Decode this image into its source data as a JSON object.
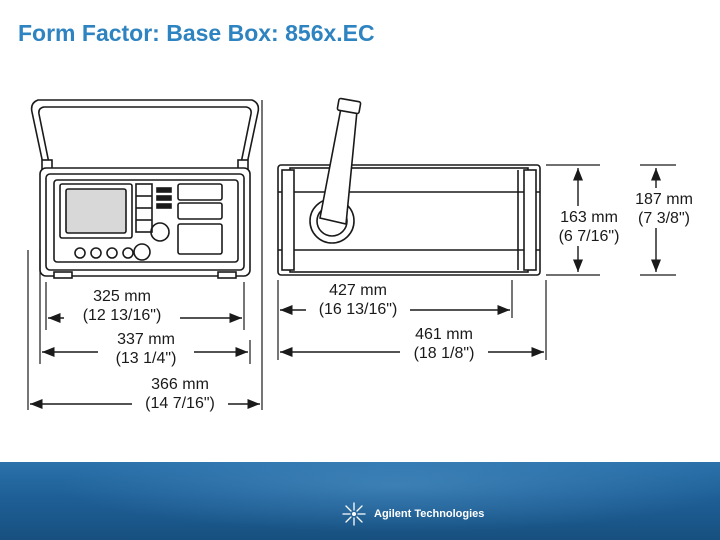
{
  "slide": {
    "title": "Form Factor: Base Box: 856x.EC"
  },
  "dimensions": {
    "width_325": {
      "metric": "325 mm",
      "imperial": "(12 13/16\")"
    },
    "width_337": {
      "metric": "337 mm",
      "imperial": "(13 1/4\")"
    },
    "width_366": {
      "metric": "366 mm",
      "imperial": "(14 7/16\")"
    },
    "depth_427": {
      "metric": "427 mm",
      "imperial": "(16 13/16\")"
    },
    "depth_461": {
      "metric": "461 mm",
      "imperial": "(18 1/8\")"
    },
    "height_163": {
      "metric": "163 mm",
      "imperial": "(6 7/16\")"
    },
    "height_187": {
      "metric": "187 mm",
      "imperial": "(7 3/8\")"
    }
  },
  "footer": {
    "brand": "Agilent Technologies",
    "logo_icon": "agilent-spark-icon",
    "band_color": "#1e5f97"
  },
  "colors": {
    "title": "#2e83c1",
    "drawing": "#1a1a1a"
  }
}
